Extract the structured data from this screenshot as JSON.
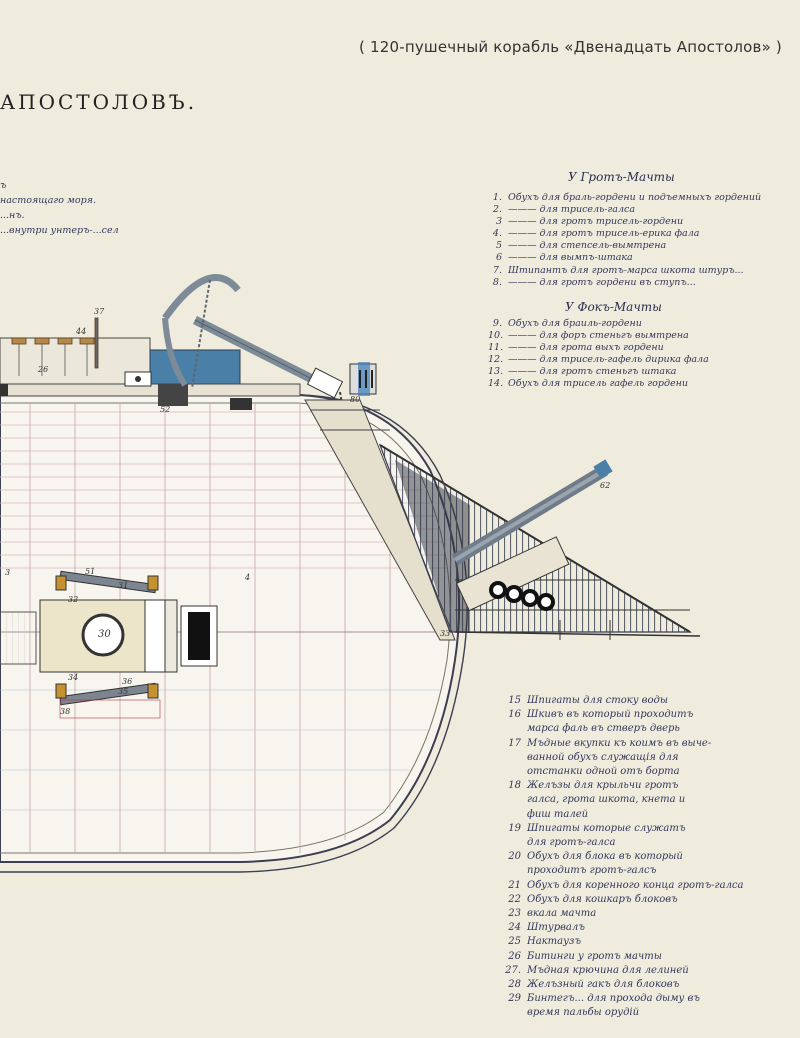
{
  "caption": "( 120-пушечный корабль «Двенадцать Апостолов» )",
  "title": "АПОСТОЛОВЪ.",
  "left_notes": [
    "ъ",
    "настоящаго моря.",
    "...нъ.",
    "...внутри унтеръ-...сел"
  ],
  "section_grot": "У Гротъ-Мачты",
  "section_fok": "У Фокъ-Мачты",
  "legend_upper": [
    {
      "n": "1.",
      "text": "Обухъ для браль-гордени и подъемныхъ гордений"
    },
    {
      "n": "2.",
      "text": "——— для трисель-галса"
    },
    {
      "n": "3",
      "text": "——— для гротъ трисель-гордени"
    },
    {
      "n": "4.",
      "text": "——— для гротъ трисель-ерика фала"
    },
    {
      "n": "5",
      "text": "——— для степсель-вымтрена"
    },
    {
      "n": "6",
      "text": "——— для вымпъ-штака"
    },
    {
      "n": "7.",
      "text": "Штипантъ для гротъ-марса шкота штуръ..."
    },
    {
      "n": "8.",
      "text": "——— для гротъ гордени въ ступъ..."
    }
  ],
  "legend_fok": [
    {
      "n": "9.",
      "text": "Обухъ для браиль-гордени"
    },
    {
      "n": "10.",
      "text": "——— для форъ стеньгъ вымтрена"
    },
    {
      "n": "11.",
      "text": "——— для грота выхъ гордени"
    },
    {
      "n": "12.",
      "text": "——— для трисель-гафель дирика фала"
    },
    {
      "n": "13.",
      "text": "——— для гротъ стеньгъ штака"
    },
    {
      "n": "14.",
      "text": "Обухъ для трисель гафель гордени"
    }
  ],
  "legend_lower": [
    {
      "n": "15",
      "text": "Шпигаты для стоку воды"
    },
    {
      "n": "16",
      "text": "Шкивъ въ который проходитъ"
    },
    {
      "n": "",
      "text": "марса фаль въ стверъ дверь"
    },
    {
      "n": "17",
      "text": "Мъдные вкупки къ коимъ въ выче-"
    },
    {
      "n": "",
      "text": "ванной обухъ служащія для"
    },
    {
      "n": "",
      "text": "отстанки одной отъ борта"
    },
    {
      "n": "18",
      "text": "Желъзы для крыльчи гротъ"
    },
    {
      "n": "",
      "text": "галса, грота шкота, кнета и"
    },
    {
      "n": "",
      "text": "фиш талей"
    },
    {
      "n": "19",
      "text": "Шпигаты которые служатъ"
    },
    {
      "n": "",
      "text": "для гротъ-галса"
    },
    {
      "n": "20",
      "text": "Обухъ для блока въ который"
    },
    {
      "n": "",
      "text": "проходитъ гротъ-галсъ"
    },
    {
      "n": "21",
      "text": "Обухъ для коренного конца гротъ-галса"
    },
    {
      "n": "22",
      "text": "Обухъ для кошкаръ блоковъ"
    },
    {
      "n": "23",
      "text": "вкала мачта"
    },
    {
      "n": "24",
      "text": "Штурвалъ"
    },
    {
      "n": "25",
      "text": "Нактаузъ"
    },
    {
      "n": "26",
      "text": "Битинги у гротъ мачты"
    },
    {
      "n": "27.",
      "text": "Мъдная крючина для лелиней"
    },
    {
      "n": "28",
      "text": "Желъзный гакъ для блоковъ"
    },
    {
      "n": "29",
      "text": "Бинтегъ... для прохода дыму въ"
    },
    {
      "n": "",
      "text": "время пальбы орудій"
    }
  ],
  "drawing_labels": [
    "37",
    "44",
    "80",
    "52",
    "51",
    "62",
    "33",
    "30",
    "32",
    "34",
    "35",
    "36",
    "38",
    "31",
    "4",
    "3",
    "26"
  ],
  "colors": {
    "paper": "#efebdd",
    "deck": "#f6f4ec",
    "ink": "#2a2d45",
    "blue": "#5a8fc4",
    "steel": "#6e7a88"
  }
}
